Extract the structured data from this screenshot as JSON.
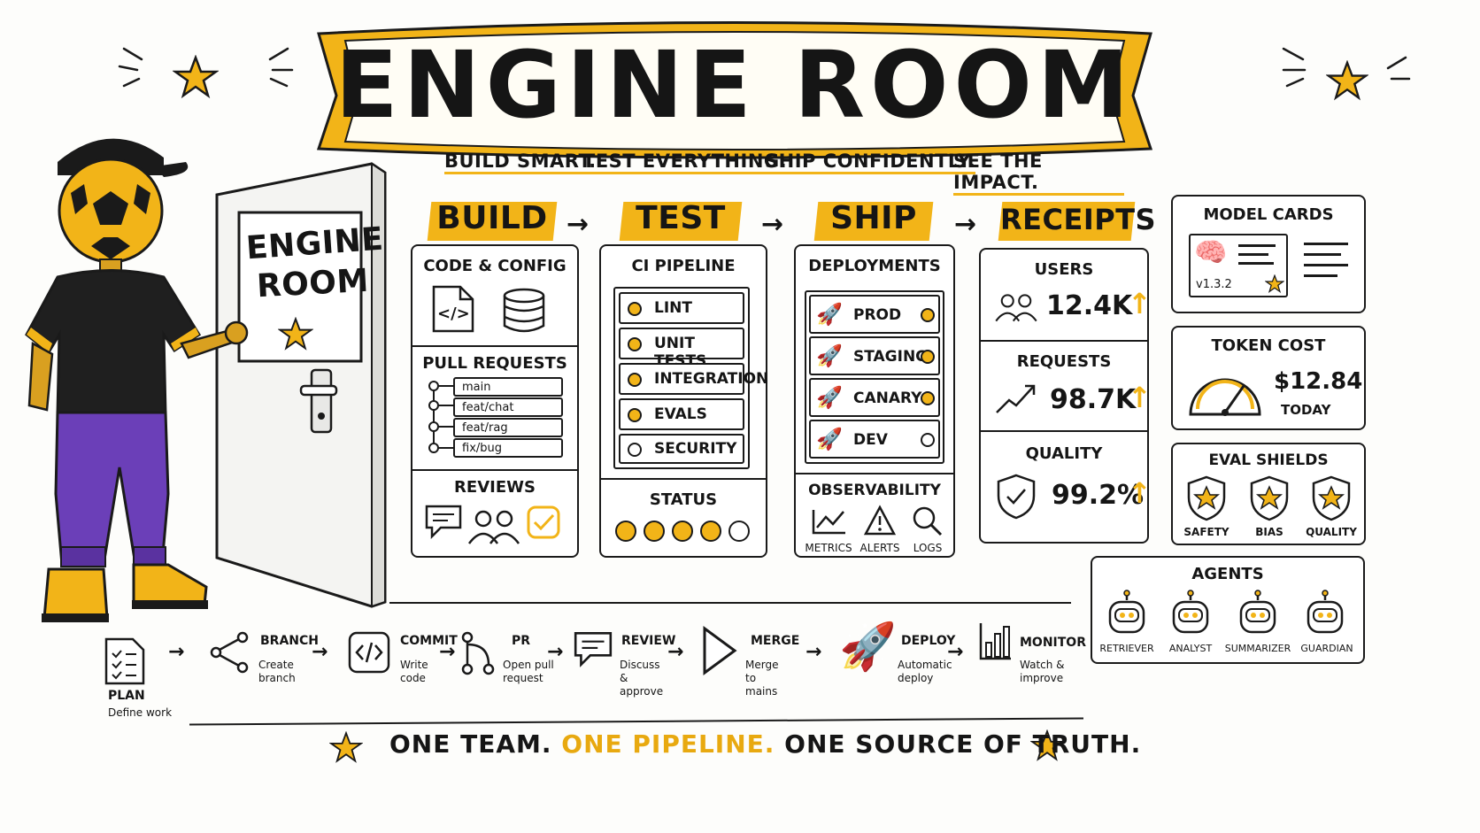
{
  "title": "ENGINE ROOM",
  "taglines": [
    "BUILD SMART.",
    "TEST EVERYTHING.",
    "SHIP CONFIDENTLY.",
    "SEE THE IMPACT."
  ],
  "door_sign": {
    "line1": "ENGINE",
    "line2": "ROOM"
  },
  "stages": {
    "build": "BUILD",
    "test": "TEST",
    "ship": "SHIP",
    "receipts": "RECEIPTS"
  },
  "build_panel": {
    "code_config": "CODE & CONFIG",
    "code_glyph": "</>",
    "pull_requests": "PULL REQUESTS",
    "branches": [
      "main",
      "feat/chat",
      "feat/rag",
      "fix/bug"
    ],
    "reviews": "REVIEWS"
  },
  "test_panel": {
    "ci_pipeline": "CI PIPELINE",
    "checks": [
      "LINT",
      "UNIT TESTS",
      "INTEGRATION",
      "EVALS",
      "SECURITY"
    ],
    "status": "STATUS"
  },
  "ship_panel": {
    "deployments": "DEPLOYMENTS",
    "envs": [
      "PROD",
      "STAGING",
      "CANARY",
      "DEV"
    ],
    "observability": "OBSERVABILITY",
    "obs_items": [
      "METRICS",
      "ALERTS",
      "LOGS"
    ]
  },
  "receipts_panel": {
    "users_label": "USERS",
    "users_value": "12.4K",
    "requests_label": "REQUESTS",
    "requests_value": "98.7K",
    "quality_label": "QUALITY",
    "quality_value": "99.2%"
  },
  "model_cards": {
    "title": "MODEL CARDS",
    "version": "v1.3.2"
  },
  "token_cost": {
    "title": "TOKEN COST",
    "value": "$12.84",
    "period": "TODAY"
  },
  "eval_shields": {
    "title": "EVAL SHIELDS",
    "items": [
      "SAFETY",
      "BIAS",
      "QUALITY"
    ]
  },
  "agents": {
    "title": "AGENTS",
    "items": [
      "RETRIEVER",
      "ANALYST",
      "SUMMARIZER",
      "GUARDIAN"
    ]
  },
  "flow": [
    {
      "label": "PLAN",
      "sub": "Define work"
    },
    {
      "label": "BRANCH",
      "sub": "Create branch"
    },
    {
      "label": "COMMIT",
      "sub": "Write code"
    },
    {
      "label": "PR",
      "sub": "Open pull request"
    },
    {
      "label": "REVIEW",
      "sub": "Discuss & approve"
    },
    {
      "label": "MERGE",
      "sub": "Merge to mains"
    },
    {
      "label": "DEPLOY",
      "sub": "Automatic deploy"
    },
    {
      "label": "MONITOR",
      "sub": "Watch & improve"
    }
  ],
  "footer": {
    "part1": "ONE TEAM.",
    "part2": "ONE PIPELINE.",
    "part3": "ONE SOURCE OF TRUTH."
  },
  "colors": {
    "accent": "#f2b418",
    "ink": "#1a1a1a",
    "purple": "#6b3fb8",
    "paper": "#fdfdfb"
  },
  "icons": [
    "star-icon",
    "file-code-icon",
    "database-icon",
    "chat-icon",
    "users-icon",
    "check-icon",
    "rocket-icon",
    "metrics-icon",
    "alert-icon",
    "search-icon",
    "trend-icon",
    "shield-icon",
    "brain-icon",
    "gauge-icon",
    "robot-icon",
    "checklist-icon",
    "branch-icon",
    "merge-icon",
    "play-icon",
    "bar-chart-icon"
  ]
}
